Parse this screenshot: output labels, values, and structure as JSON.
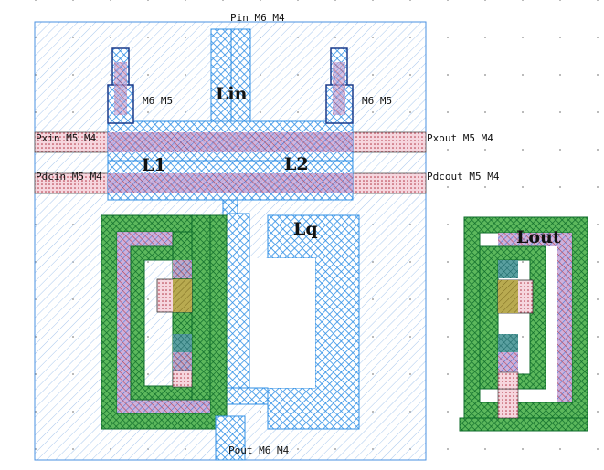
{
  "labels": {
    "pin": "Pin M6 M4",
    "via_left": "M6 M5",
    "via_right": "M6 M5",
    "lin": "Lin",
    "pxin": "Pxin M5 M4",
    "pxout": "Pxout M5 M4",
    "l1": "L1",
    "l2": "L2",
    "pdcin": "Pdcin M5 M4",
    "pdcout": "Pdcout M5 M4",
    "lq": "Lq",
    "lout": "Lout",
    "pout": "Pout M6 M4"
  },
  "colors": {
    "cell_outline": "#4a90e2",
    "metal_blue": "#2f8fe6",
    "metal_green": "#1e8c3a",
    "metal_red": "#c0505a",
    "pad_fill": "#f4d4dc",
    "olive": "#a8a040",
    "grid_dot": "#888888"
  }
}
